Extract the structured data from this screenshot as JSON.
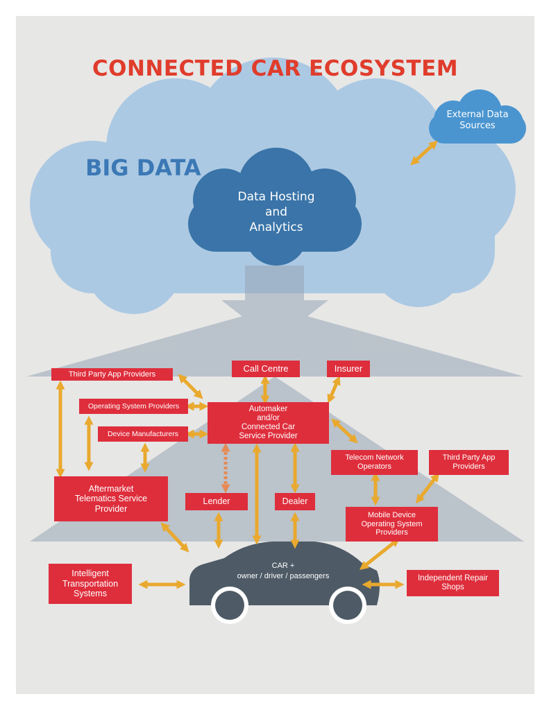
{
  "title": "CONNECTED CAR ECOSYSTEM",
  "big_data_label": "BIG DATA",
  "clouds": {
    "external": "External Data\nSources",
    "hosting": "Data Hosting\nand\nAnalytics"
  },
  "boxes": {
    "third_party_left": "Third Party App Providers",
    "os_providers": "Operating System Providers",
    "device_manufacturers": "Device Manufacturers",
    "call_centre": "Call Centre",
    "insurer": "Insurer",
    "automaker": "Automaker\nand/or\nConnected Car\nService Provider",
    "telecom": "Telecom Network\nOperators",
    "third_party_right": "Third Party App\nProviders",
    "aftermarket": "Aftermarket\nTelematics Service\nProvider",
    "lender": "Lender",
    "dealer": "Dealer",
    "mobile_os": "Mobile Device\nOperating System\nProviders",
    "its": "Intelligent\nTransportation\nSystems",
    "repair": "Independent Repair\nShops"
  },
  "car": {
    "line1": "CAR +",
    "line2": "owner / driver / passengers"
  },
  "colors": {
    "title": "#e03c2c",
    "box": "#de2e3c",
    "arrow": "#e9a92e",
    "cloud_big": "#a7c7e3",
    "cloud_dark": "#3a74a8",
    "cloud_external": "#4a95d0",
    "car": "#4e5b66"
  }
}
